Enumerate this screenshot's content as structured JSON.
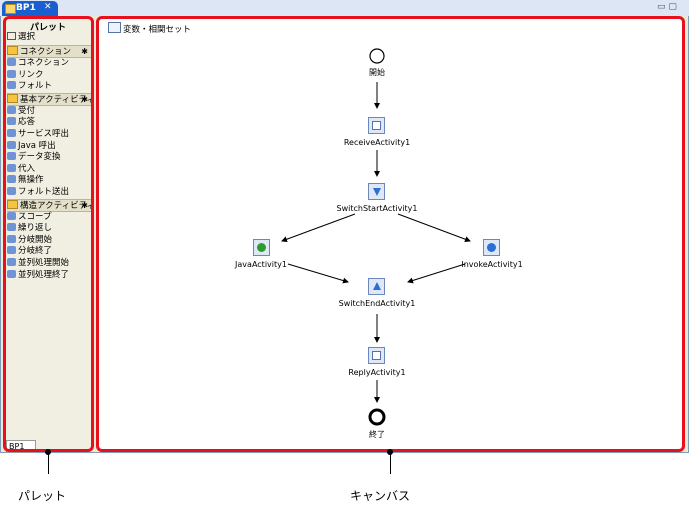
{
  "tab": {
    "title": "BP1",
    "close": "✕"
  },
  "window_buttons": "▭ ▢",
  "palette": {
    "title": "パレット",
    "items_top": [
      {
        "label": "選択",
        "icon": "cursor-icon"
      }
    ],
    "categories": [
      {
        "label": "コネクション",
        "items": [
          {
            "label": "コネクション",
            "icon": "connection-icon"
          },
          {
            "label": "リンク",
            "icon": "link-icon"
          },
          {
            "label": "フォルト",
            "icon": "fault-icon"
          }
        ]
      },
      {
        "label": "基本アクティビティ",
        "items": [
          {
            "label": "受付",
            "icon": "receive-icon"
          },
          {
            "label": "応答",
            "icon": "reply-icon"
          },
          {
            "label": "サービス呼出",
            "icon": "invoke-icon"
          },
          {
            "label": "Java 呼出",
            "icon": "java-icon"
          },
          {
            "label": "データ変換",
            "icon": "transform-icon"
          },
          {
            "label": "代入",
            "icon": "assign-icon"
          },
          {
            "label": "無操作",
            "icon": "empty-icon"
          },
          {
            "label": "フォルト送出",
            "icon": "throw-icon"
          }
        ]
      },
      {
        "label": "構造アクティビティ",
        "items": [
          {
            "label": "スコープ",
            "icon": "scope-icon"
          },
          {
            "label": "繰り返し",
            "icon": "while-icon"
          },
          {
            "label": "分岐開始",
            "icon": "switch-start-icon"
          },
          {
            "label": "分岐終了",
            "icon": "switch-end-icon"
          },
          {
            "label": "並列処理開始",
            "icon": "flow-start-icon"
          },
          {
            "label": "並列処理終了",
            "icon": "flow-end-icon"
          }
        ]
      }
    ],
    "bottom_tab": "BP1"
  },
  "canvas": {
    "header": "変数・相関セット",
    "nodes": {
      "start": "開始",
      "receive": "ReceiveActivity1",
      "switch_start": "SwitchStartActivity1",
      "java": "JavaActivity1",
      "invoke": "InvokeActivity1",
      "switch_end": "SwitchEndActivity1",
      "reply": "ReplyActivity1",
      "end": "終了"
    }
  },
  "callouts": {
    "palette": "パレット",
    "canvas": "キャンバス"
  },
  "colors": {
    "highlight": "#e8101c",
    "tab": "#1a5fd0"
  }
}
